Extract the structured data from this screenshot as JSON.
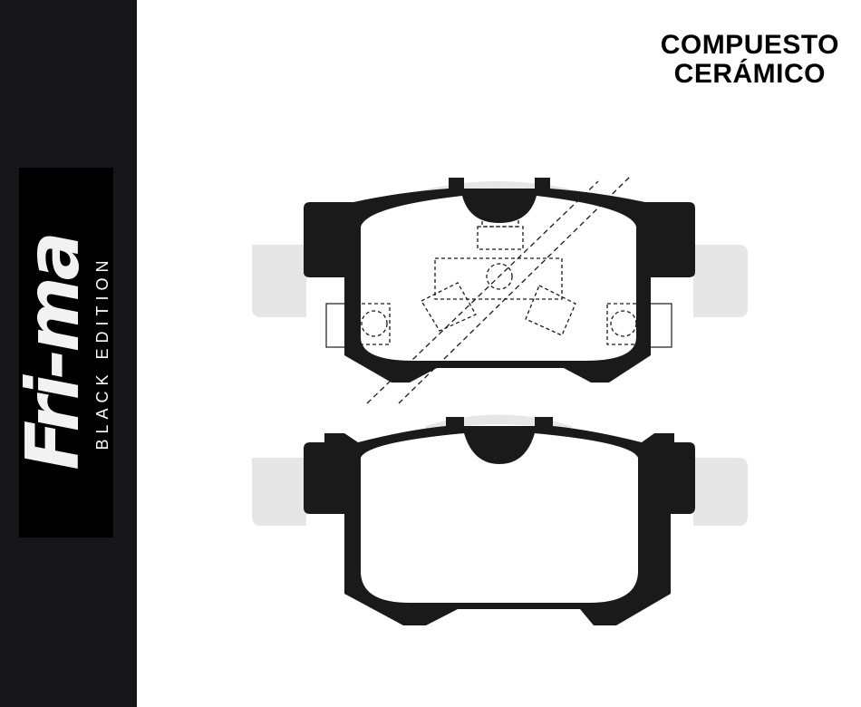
{
  "brand": {
    "logo_text": "Fri-ma",
    "edition": "BLACK EDITION"
  },
  "heading": {
    "line1": "COMPUESTO",
    "line2": "CERÁMICO"
  },
  "colors": {
    "sidebar": "#17161b",
    "pad": "#1a1a1a",
    "ghost": "#e4e4e4"
  }
}
